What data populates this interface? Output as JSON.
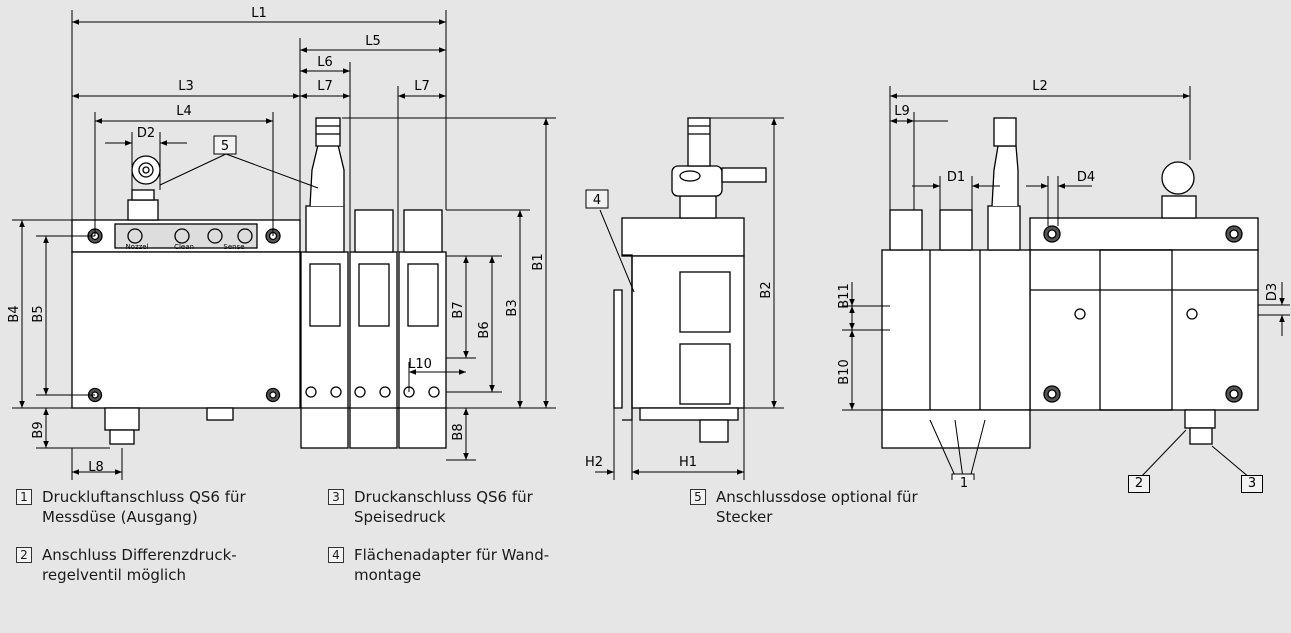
{
  "dimensions": {
    "L1": "L1",
    "L2": "L2",
    "L3": "L3",
    "L4": "L4",
    "L5": "L5",
    "L6": "L6",
    "L7": "L7",
    "L8": "L8",
    "L9": "L9",
    "L10": "L10",
    "B1": "B1",
    "B2": "B2",
    "B3": "B3",
    "B4": "B4",
    "B5": "B5",
    "B6": "B6",
    "B7": "B7",
    "B8": "B8",
    "B9": "B9",
    "B10": "B10",
    "B11": "B11",
    "D1": "D1",
    "D2": "D2",
    "D3": "D3",
    "D4": "D4",
    "H1": "H1",
    "H2": "H2"
  },
  "callouts": {
    "c1": "1",
    "c2": "2",
    "c3": "3",
    "c4": "4",
    "c5": "5"
  },
  "panel_labels": {
    "nozzle": "Nozzel",
    "clean": "Clean",
    "sense": "Sense"
  },
  "legend": [
    {
      "num": "1",
      "text": "Druckluftanschluss QS6 für Messdüse (Ausgang)"
    },
    {
      "num": "2",
      "text": "Anschluss Differenzdruck-regelventil möglich"
    },
    {
      "num": "3",
      "text": "Druckanschluss QS6 für Speisedruck"
    },
    {
      "num": "4",
      "text": "Flächenadapter für Wand-montage"
    },
    {
      "num": "5",
      "text": "Anschlussdose optional für Stecker"
    }
  ]
}
